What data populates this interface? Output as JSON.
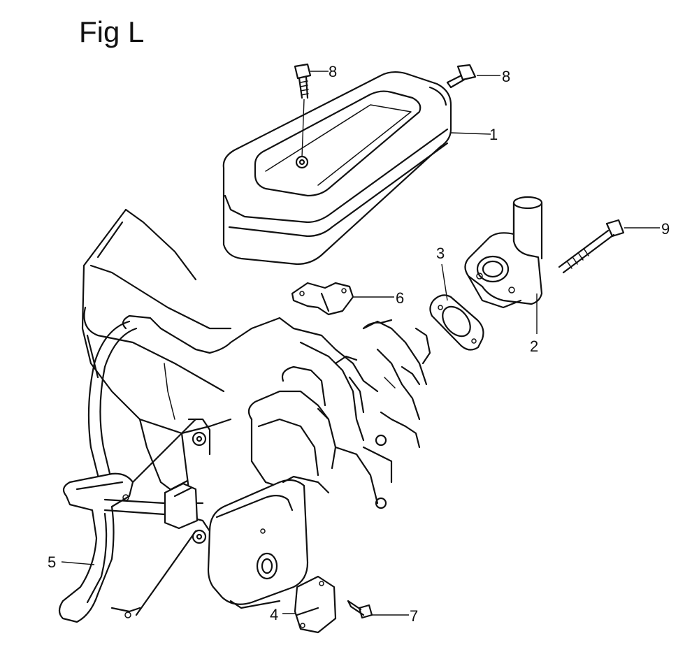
{
  "figure": {
    "title": "Fig L"
  },
  "callouts": [
    {
      "id": "c1",
      "label": "1"
    },
    {
      "id": "c2",
      "label": "2"
    },
    {
      "id": "c3",
      "label": "3"
    },
    {
      "id": "c4",
      "label": "4"
    },
    {
      "id": "c5",
      "label": "5"
    },
    {
      "id": "c6",
      "label": "6"
    },
    {
      "id": "c7",
      "label": "7"
    },
    {
      "id": "c8a",
      "label": "8"
    },
    {
      "id": "c8b",
      "label": "8"
    },
    {
      "id": "c9",
      "label": "9"
    }
  ],
  "colors": {
    "line": "#111111",
    "background": "#ffffff"
  }
}
